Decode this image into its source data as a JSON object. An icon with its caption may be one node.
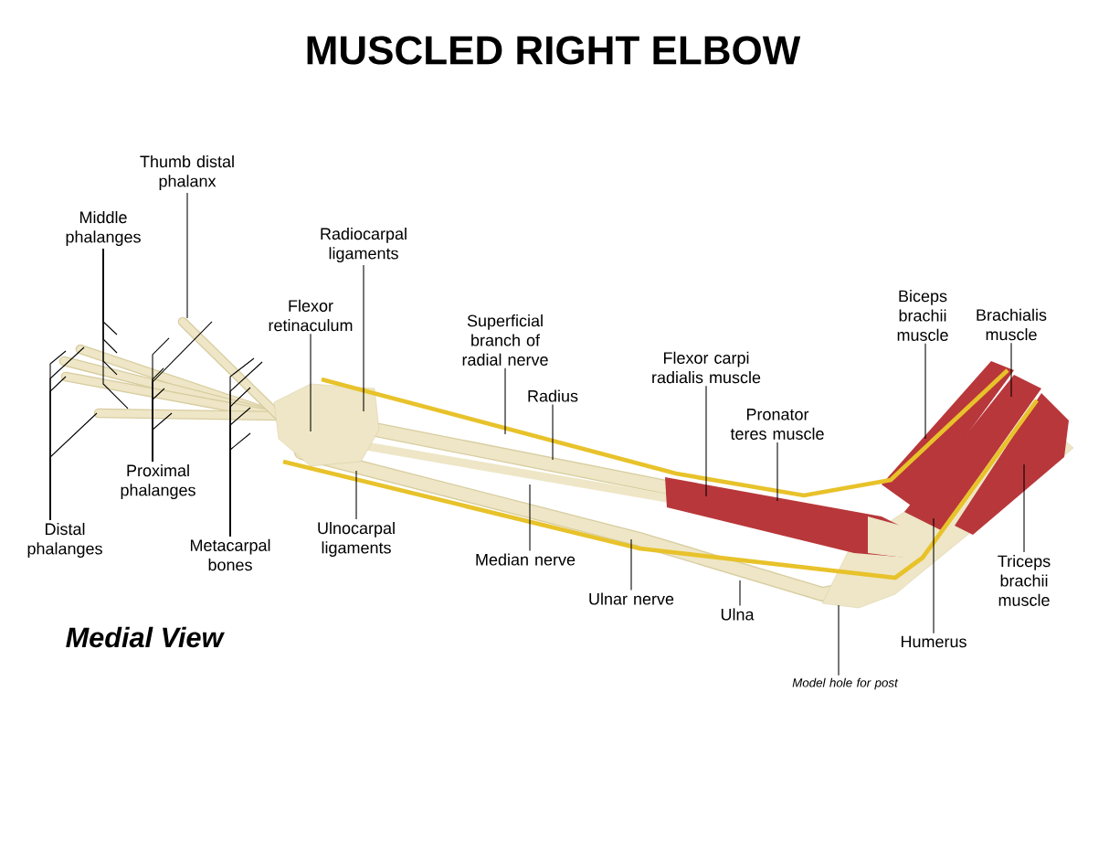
{
  "diagram": {
    "title": "MUSCLED RIGHT ELBOW",
    "nodes": [
      {
        "text": [
          "Thumb distal phalanx"
        ]
      },
      {
        "text": [
          "Middle phalanges"
        ]
      },
      {
        "text": [
          "Radiocarpal ligaments"
        ]
      },
      {
        "text": [
          "Flexor retinaculum"
        ]
      },
      {
        "text": [
          "Superficial branch of radial nerve"
        ]
      },
      {
        "text": [
          "Radius"
        ]
      },
      {
        "text": [
          "Flexor carpi radialis muscle"
        ]
      },
      {
        "text": [
          "Pronator teres muscle"
        ]
      },
      {
        "text": [
          "Biceps brachii muscle"
        ]
      },
      {
        "text": [
          "Brachialis muscle"
        ]
      },
      {
        "text": [
          "Proximal phalanges"
        ]
      },
      {
        "text": [
          "Distal phalanges"
        ]
      },
      {
        "text": [
          "Metacarpal bones"
        ]
      },
      {
        "text": [
          "Ulnocarpal ligaments"
        ]
      },
      {
        "text": [
          "Median nerve"
        ]
      },
      {
        "text": [
          "Ulnar nerve"
        ]
      },
      {
        "text": [
          "Ulna"
        ]
      },
      {
        "text": [
          "Model hole for post"
        ]
      },
      {
        "text": [
          "Humerus"
        ]
      },
      {
        "text": [
          "Triceps brachii muscle"
        ]
      }
    ],
    "edges": [
      {
        "from": 0,
        "to": null,
        "arrow": "none"
      },
      {
        "from": 1,
        "to": null,
        "arrow": "none"
      },
      {
        "from": 1,
        "to": null,
        "arrow": "none"
      },
      {
        "from": 1,
        "to": null,
        "arrow": "none"
      },
      {
        "from": 1,
        "to": null,
        "arrow": "none"
      },
      {
        "from": 2,
        "to": null,
        "arrow": "none"
      },
      {
        "from": 3,
        "to": null,
        "arrow": "none"
      },
      {
        "from": 4,
        "to": null,
        "arrow": "none"
      },
      {
        "from": 5,
        "to": null,
        "arrow": "none"
      },
      {
        "from": 6,
        "to": null,
        "arrow": "none"
      },
      {
        "from": 7,
        "to": null,
        "arrow": "none"
      },
      {
        "from": 8,
        "to": null,
        "arrow": "none"
      },
      {
        "from": 9,
        "to": null,
        "arrow": "none"
      },
      {
        "from": 10,
        "to": null,
        "arrow": "none"
      },
      {
        "from": 10,
        "to": null,
        "arrow": "none"
      },
      {
        "from": 10,
        "to": null,
        "arrow": "none"
      },
      {
        "from": 10,
        "to": null,
        "arrow": "none"
      },
      {
        "from": 10,
        "to": null,
        "arrow": "none"
      },
      {
        "from": 11,
        "to": null,
        "arrow": "none"
      },
      {
        "from": 11,
        "to": null,
        "arrow": "none"
      },
      {
        "from": 11,
        "to": null,
        "arrow": "none"
      },
      {
        "from": 11,
        "to": null,
        "arrow": "none"
      },
      {
        "from": 12,
        "to": null,
        "arrow": "none"
      },
      {
        "from": 12,
        "to": null,
        "arrow": "none"
      },
      {
        "from": 12,
        "to": null,
        "arrow": "none"
      },
      {
        "from": 12,
        "to": null,
        "arrow": "none"
      },
      {
        "from": 12,
        "to": null,
        "arrow": "none"
      },
      {
        "from": 13,
        "to": null,
        "arrow": "none"
      },
      {
        "from": 14,
        "to": null,
        "arrow": "none"
      },
      {
        "from": 15,
        "to": null,
        "arrow": "none"
      },
      {
        "from": 16,
        "to": null,
        "arrow": "none"
      },
      {
        "from": 17,
        "to": null,
        "arrow": "none"
      },
      {
        "from": 18,
        "to": null,
        "arrow": "none"
      },
      {
        "from": 19,
        "to": null,
        "arrow": "none"
      }
    ],
    "labels": [
      "Medial View"
    ]
  }
}
